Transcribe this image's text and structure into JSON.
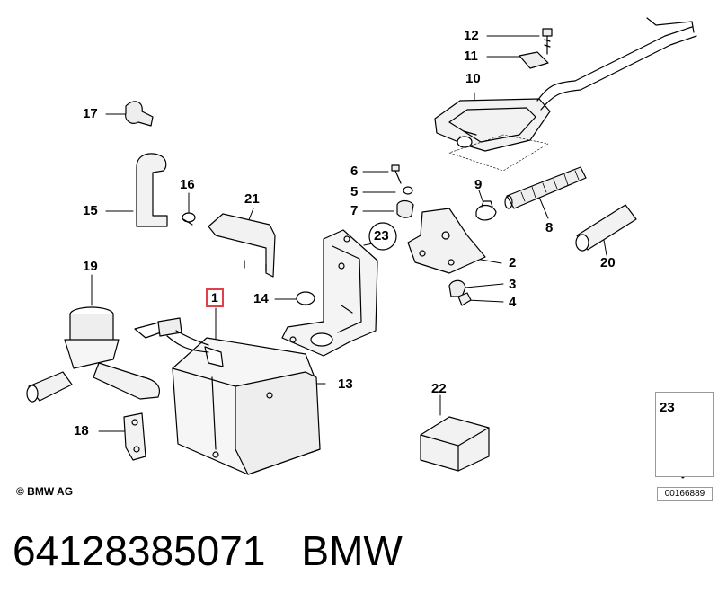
{
  "callouts": [
    {
      "id": "12",
      "label": "12"
    },
    {
      "id": "11",
      "label": "11"
    },
    {
      "id": "10",
      "label": "10"
    },
    {
      "id": "17",
      "label": "17"
    },
    {
      "id": "6",
      "label": "6"
    },
    {
      "id": "5",
      "label": "5"
    },
    {
      "id": "7",
      "label": "7"
    },
    {
      "id": "9",
      "label": "9"
    },
    {
      "id": "8",
      "label": "8"
    },
    {
      "id": "16",
      "label": "16"
    },
    {
      "id": "15",
      "label": "15"
    },
    {
      "id": "21",
      "label": "21"
    },
    {
      "id": "23",
      "label": "23"
    },
    {
      "id": "2",
      "label": "2"
    },
    {
      "id": "20",
      "label": "20"
    },
    {
      "id": "19",
      "label": "19"
    },
    {
      "id": "1",
      "label": "1"
    },
    {
      "id": "14",
      "label": "14"
    },
    {
      "id": "3",
      "label": "3"
    },
    {
      "id": "4",
      "label": "4"
    },
    {
      "id": "13",
      "label": "13"
    },
    {
      "id": "22",
      "label": "22"
    },
    {
      "id": "18",
      "label": "18"
    }
  ],
  "copyright": "© BMW AG",
  "legend": {
    "number": "23",
    "code": "00166889"
  },
  "footer": {
    "part_number": "64128385071",
    "brand": "BMW"
  },
  "colors": {
    "highlight_box": "#e0404a",
    "line": "#000000",
    "part_fill": "#e8e8e8"
  }
}
